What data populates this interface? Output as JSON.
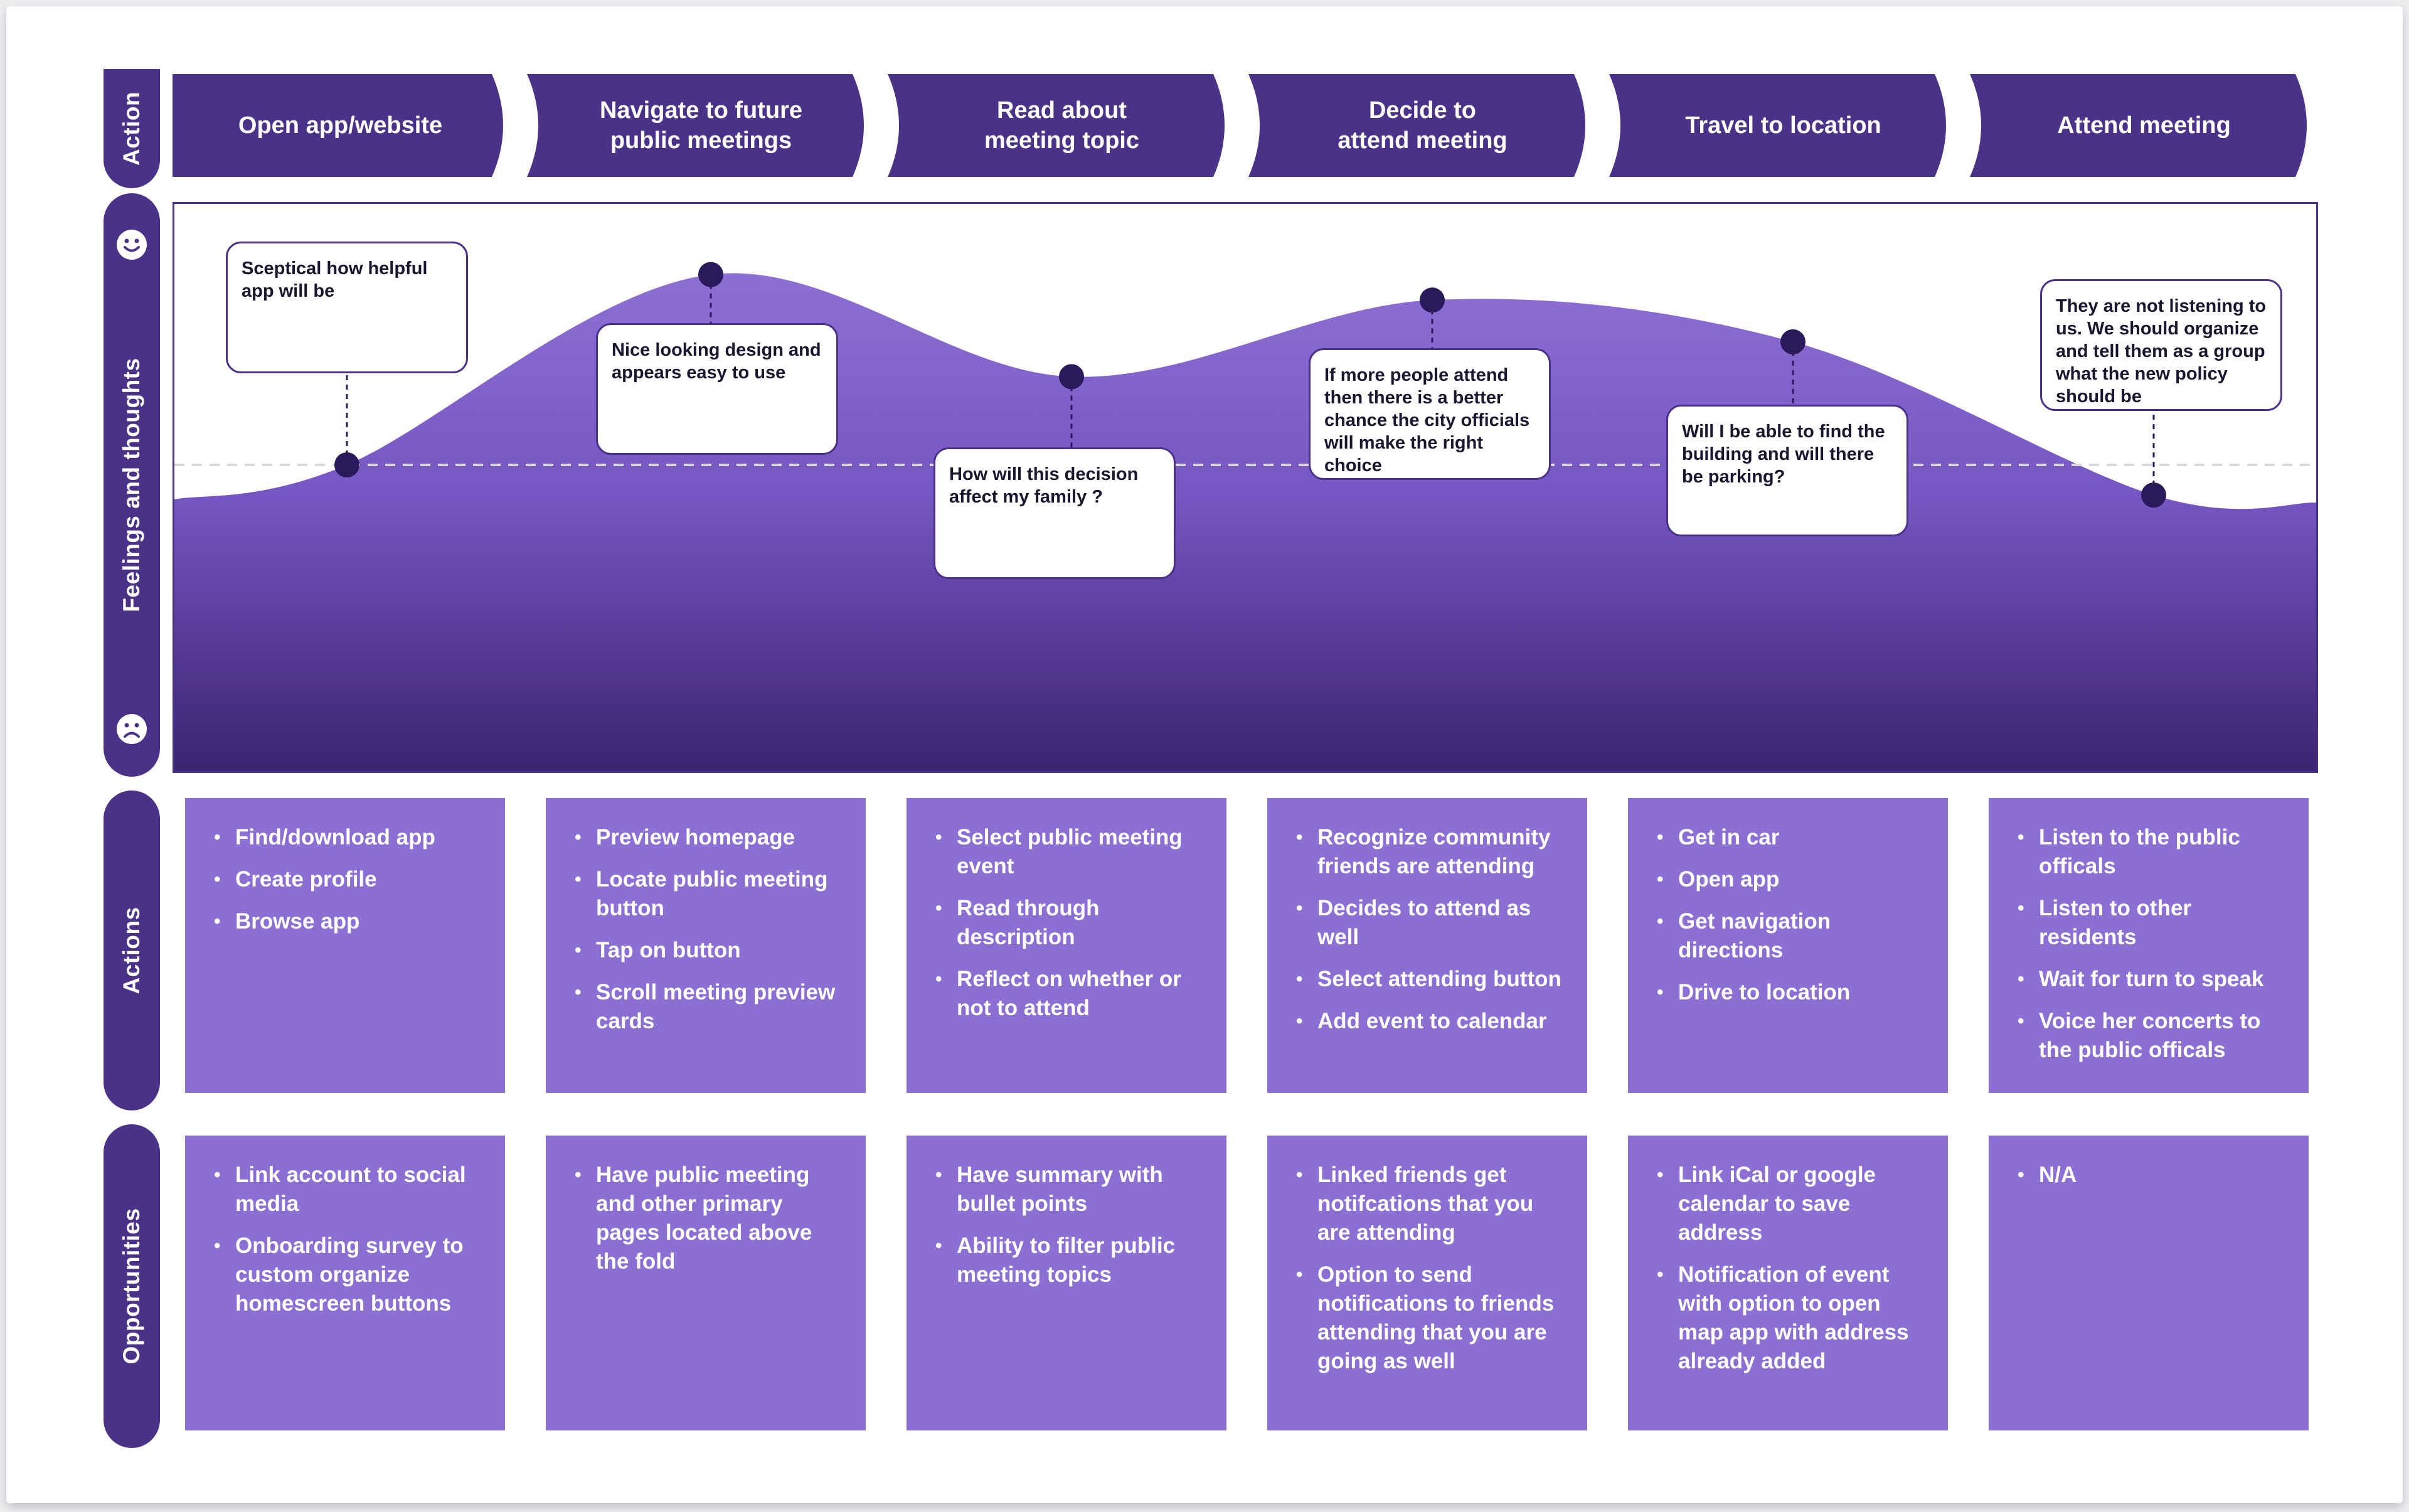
{
  "labels": {
    "action": "Action",
    "feelings": "Feelings and thoughts",
    "actions": "Actions",
    "opportunities": "Opportunities"
  },
  "icons": {
    "happy": "happy-face-icon",
    "sad": "sad-face-icon"
  },
  "colors": {
    "dark_purple": "#4b3289",
    "mid_purple": "#8b6fd2",
    "chart_top": "#8d6fd4",
    "chart_bottom": "#3a2470"
  },
  "stages": [
    "Open app/website",
    "Navigate to future\npublic meetings",
    "Read about\nmeeting topic",
    "Decide to\nattend meeting",
    "Travel to location",
    "Attend meeting"
  ],
  "feelings": [
    {
      "text": "Sceptical how helpful app will be",
      "level": 0.0
    },
    {
      "text": "Nice looking design and appears easy to use",
      "level": 0.82
    },
    {
      "text": "How will this decision affect my family ?",
      "level": 0.38
    },
    {
      "text": "If more people attend then there is a better chance the city officials will make the right choice",
      "level": 0.71
    },
    {
      "text": "Will I be able to find the building and will there be parking?",
      "level": 0.53
    },
    {
      "text": "They are not listening to us. We should organize and tell them as a group what the new policy should be",
      "level": -0.13
    }
  ],
  "actions": [
    [
      "Find/download app",
      "Create profile",
      "Browse app"
    ],
    [
      "Preview homepage",
      "Locate public meeting button",
      "Tap on button",
      "Scroll meeting preview cards"
    ],
    [
      "Select public meeting event",
      "Read through description",
      "Reflect on whether or not to attend"
    ],
    [
      "Recognize community friends are attending",
      "Decides to attend as well",
      "Select attending button",
      "Add event to calendar"
    ],
    [
      "Get in car",
      "Open app",
      "Get navigation directions",
      "Drive to location"
    ],
    [
      "Listen to the public officals",
      "Listen to other residents",
      "Wait for turn to speak",
      "Voice her concerts to the public officals"
    ]
  ],
  "opportunities": [
    [
      "Link account to social media",
      "Onboarding survey to custom organize homescreen buttons"
    ],
    [
      "Have public meeting and other primary pages located above the fold"
    ],
    [
      "Have summary with bullet points",
      "Ability to filter public meeting topics"
    ],
    [
      "Linked friends get notifcations that you are attending",
      "Option to send notifications to friends attending that you are going as well"
    ],
    [
      "Link iCal or google calendar to save address",
      "Notification of event with option to open map app with address already added"
    ],
    [
      "N/A"
    ]
  ]
}
